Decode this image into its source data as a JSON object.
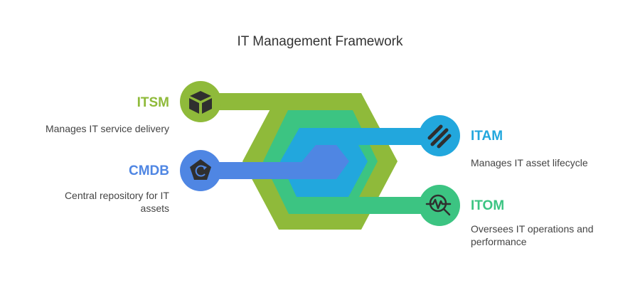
{
  "title": "IT Management Framework",
  "colors": {
    "itsm": "#8fba3a",
    "cmdb": "#4f86e3",
    "itam": "#22a7dd",
    "itom": "#3cc482",
    "icon": "#2f2f2f"
  },
  "items": {
    "itsm": {
      "label": "ITSM",
      "description": "Manages IT service delivery",
      "icon": "box-icon"
    },
    "cmdb": {
      "label": "CMDB",
      "description": "Central repository for IT assets",
      "icon": "refresh-pentagon-icon"
    },
    "itam": {
      "label": "ITAM",
      "description": "Manages IT asset lifecycle",
      "icon": "slashes-icon"
    },
    "itom": {
      "label": "ITOM",
      "description": "Oversees IT operations and performance",
      "icon": "magnifier-pulse-icon"
    }
  }
}
